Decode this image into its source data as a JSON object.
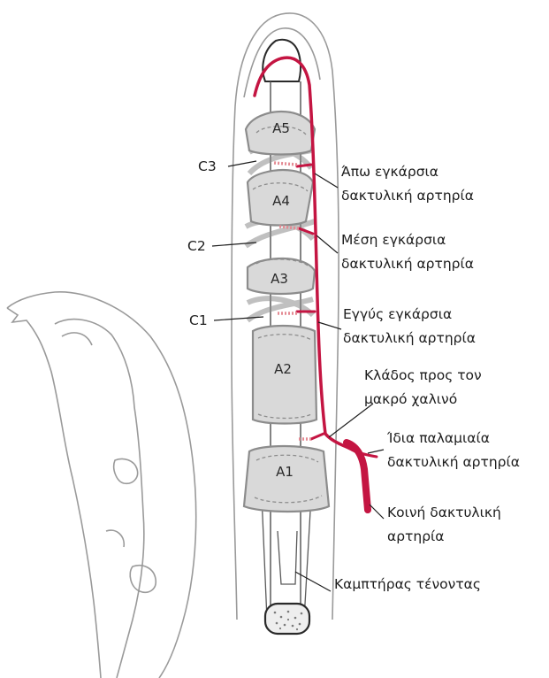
{
  "pulleys": {
    "a5": "A5",
    "a4": "A4",
    "a3": "A3",
    "a2": "A2",
    "a1": "A1",
    "c3": "C3",
    "c2": "C2",
    "c1": "C1"
  },
  "callouts": {
    "distal_artery": [
      "Άπω εγκάρσια",
      "δακτυλική αρτηρία"
    ],
    "middle_artery": [
      "Μέση εγκάρσια",
      "δακτυλική αρτηρία"
    ],
    "proximal_artery": [
      "Εγγύς εγκάρσια",
      "δακτυλική αρτηρία"
    ],
    "vinculum_branch": [
      "Κλάδος προς τον",
      "μακρό χαλινό"
    ],
    "proper_palmar_artery": [
      "Ίδια παλαμιαία",
      "δακτυλική αρτηρία"
    ],
    "common_digital_artery": [
      "Κοινή δακτυλική",
      "αρτηρία"
    ],
    "flexor_tendon": "Καμπτήρας τένοντας"
  },
  "colors": {
    "artery": "#c41542",
    "artery_perforator": "#e48a93",
    "pulley_fill": "#d9d9d9",
    "outline": "#9a9a9a"
  }
}
